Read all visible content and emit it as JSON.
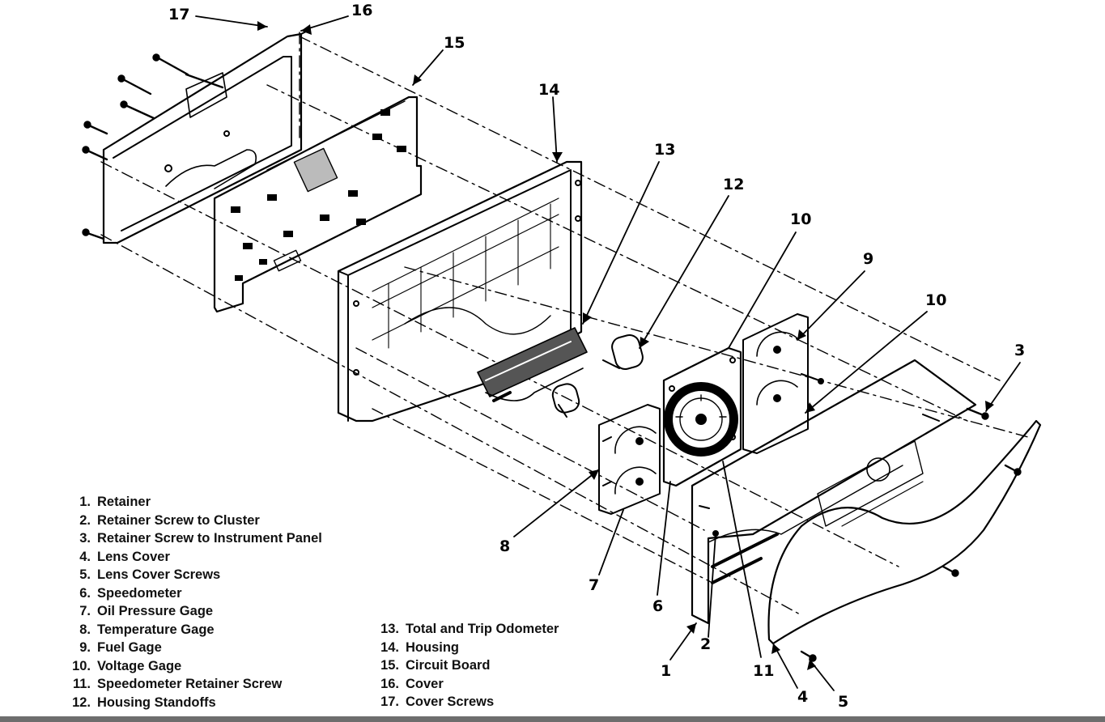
{
  "callouts": [
    {
      "id": "17",
      "text": "17"
    },
    {
      "id": "16",
      "text": "16"
    },
    {
      "id": "15",
      "text": "15"
    },
    {
      "id": "14",
      "text": "14"
    },
    {
      "id": "13",
      "text": "13"
    },
    {
      "id": "12",
      "text": "12"
    },
    {
      "id": "10a",
      "text": "10"
    },
    {
      "id": "9",
      "text": "9"
    },
    {
      "id": "10b",
      "text": "10"
    },
    {
      "id": "3",
      "text": "3"
    },
    {
      "id": "8",
      "text": "8"
    },
    {
      "id": "7",
      "text": "7"
    },
    {
      "id": "6",
      "text": "6"
    },
    {
      "id": "1",
      "text": "1"
    },
    {
      "id": "2",
      "text": "2"
    },
    {
      "id": "11",
      "text": "11"
    },
    {
      "id": "4",
      "text": "4"
    },
    {
      "id": "5",
      "text": "5"
    }
  ],
  "legend_left": [
    {
      "num": "1.",
      "label": "Retainer"
    },
    {
      "num": "2.",
      "label": "Retainer Screw to Cluster"
    },
    {
      "num": "3.",
      "label": "Retainer Screw to Instrument Panel"
    },
    {
      "num": "4.",
      "label": "Lens Cover"
    },
    {
      "num": "5.",
      "label": "Lens Cover Screws"
    },
    {
      "num": "6.",
      "label": "Speedometer"
    },
    {
      "num": "7.",
      "label": "Oil Pressure Gage"
    },
    {
      "num": "8.",
      "label": "Temperature Gage"
    },
    {
      "num": "9.",
      "label": "Fuel Gage"
    },
    {
      "num": "10.",
      "label": "Voltage Gage"
    },
    {
      "num": "11.",
      "label": "Speedometer Retainer Screw"
    },
    {
      "num": "12.",
      "label": "Housing Standoffs"
    }
  ],
  "legend_right": [
    {
      "num": "13.",
      "label": "Total and Trip Odometer"
    },
    {
      "num": "14.",
      "label": "Housing"
    },
    {
      "num": "15.",
      "label": "Circuit Board"
    },
    {
      "num": "16.",
      "label": "Cover"
    },
    {
      "num": "17.",
      "label": "Cover Screws"
    }
  ]
}
